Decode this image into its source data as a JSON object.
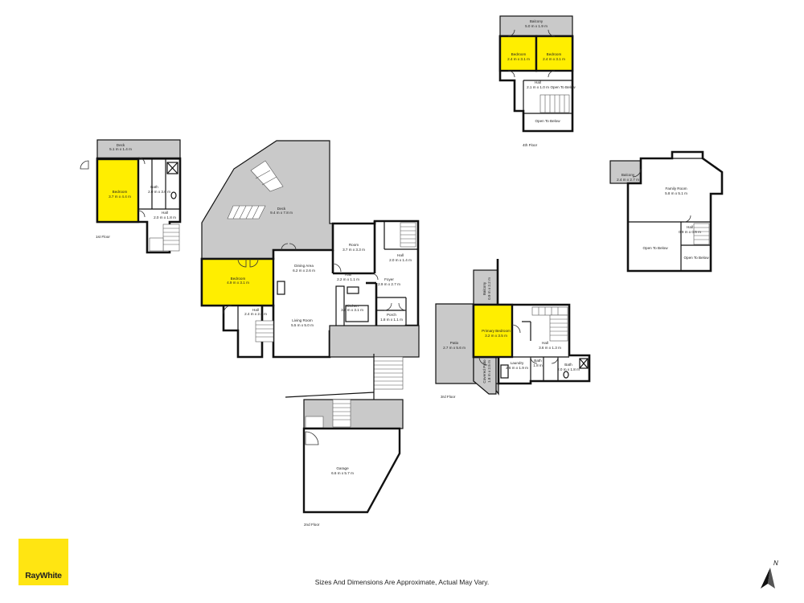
{
  "floors": {
    "first": {
      "label": "1st Floor",
      "rooms": {
        "deck": {
          "name": "Deck",
          "dims": "5.1 m x 1.4 m"
        },
        "bedroom": {
          "name": "Bedroom",
          "dims": "3.7 m x 4.4 m"
        },
        "bath": {
          "name": "Bath",
          "dims": "2.0 m x 3.6 m"
        },
        "hall": {
          "name": "Hall",
          "dims": "2.0 m x 1.8 m"
        }
      }
    },
    "second": {
      "label": "2nd Floor",
      "rooms": {
        "deck": {
          "name": "Deck",
          "dims": "9.4 m x 7.8 m"
        },
        "bedroom": {
          "name": "Bedroom",
          "dims": "4.9 m x 3.1 m"
        },
        "hall_bed": {
          "name": "Hall",
          "dims": "2.4 m x 2.0 m"
        },
        "dining": {
          "name": "Dining Area",
          "dims": "6.2 m x 2.6 m"
        },
        "living": {
          "name": "Living Room",
          "dims": "5.5 m x 5.0 m"
        },
        "room": {
          "name": "Room",
          "dims": "3.7 m x 3.3 m"
        },
        "hall_right": {
          "name": "Hall",
          "dims": "2.0 m x 1.4 m"
        },
        "hall_mid": {
          "name": "Hall",
          "dims": "2.2 m x 1.1 m"
        },
        "foyer": {
          "name": "Foyer",
          "dims": "2.9 m x 2.7 m"
        },
        "kitchen": {
          "name": "Kitchen",
          "dims": "3.5 m x 3.1 m"
        },
        "porch": {
          "name": "Porch",
          "dims": "1.8 m x 1.1 m"
        },
        "garage": {
          "name": "Garage",
          "dims": "6.6 m x 5.7 m"
        }
      }
    },
    "third": {
      "label": "3rd Floor",
      "rooms": {
        "balcony": {
          "name": "Balcony",
          "dims": "0.9 m x 2.2 m"
        },
        "patio": {
          "name": "Patio",
          "dims": "2.7 m x 5.6 m"
        },
        "primary_bedroom": {
          "name": "Primary Bedroom",
          "dims": "3.2 m x 3.5 m"
        },
        "hall": {
          "name": "Hall",
          "dims": "3.6 m x 1.3 m"
        },
        "covered_patio": {
          "name": "Covered Patio",
          "dims": "1.8 m x 2.5 m"
        },
        "laundry": {
          "name": "Laundry",
          "dims": "2.6 m x 1.9 m"
        },
        "bath_small": {
          "name": "Bath",
          "dims": "1.8 m"
        },
        "bath": {
          "name": "Bath",
          "dims": "2.0 m x 1.8 m"
        }
      }
    },
    "fourth": {
      "label": "4th Floor",
      "rooms": {
        "balcony": {
          "name": "Balcony",
          "dims": "5.0 m x 1.9 m"
        },
        "bedroom_left": {
          "name": "Bedroom",
          "dims": "2.4 m x 3.1 m"
        },
        "bedroom_right": {
          "name": "Bedroom",
          "dims": "2.4 m x 3.1 m"
        },
        "hall": {
          "name": "Hall",
          "dims": "2.1 m x 1.0 m"
        },
        "open_below_a": {
          "name": "Open To Below"
        },
        "open_below_b": {
          "name": "Open To Below"
        }
      }
    },
    "fifth": {
      "rooms": {
        "balcony": {
          "name": "Balcony",
          "dims": "2.4 m x 2.7 m"
        },
        "family": {
          "name": "Family Room",
          "dims": "5.8 m x 5.1 m"
        },
        "hall": {
          "name": "Hall",
          "dims": "0.9 m x 0.5 m"
        },
        "open_below_a": {
          "name": "Open To Below"
        },
        "open_below_b": {
          "name": "Open To Below"
        }
      }
    }
  },
  "brand": {
    "logo_text": "RayWhite",
    "logo_color": "#ffe512"
  },
  "disclaimer": "Sizes And Dimensions Are Approximate, Actual May Vary.",
  "compass_letter": "N",
  "colors": {
    "highlight": "#ffee00",
    "outdoor": "#c9c9c9",
    "wall": "#111111"
  }
}
